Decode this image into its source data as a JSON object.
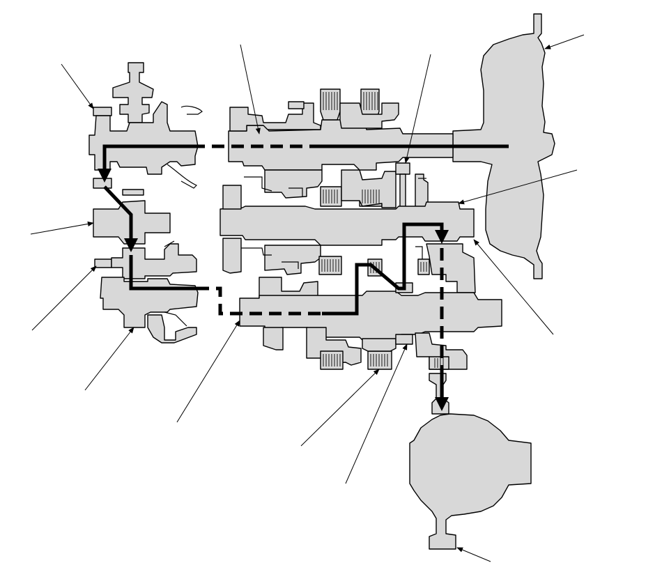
{
  "diagram": {
    "colors": {
      "background": "#ffffff",
      "part_fill": "#d8d8d8",
      "outline": "#000000",
      "power_flow": "#000000",
      "leader": "#000000"
    },
    "parts": [
      {
        "id": "torque-converter",
        "kind": "housing"
      },
      {
        "id": "mainshaft",
        "kind": "shaft"
      },
      {
        "id": "countershaft",
        "kind": "shaft"
      },
      {
        "id": "secondary-shaft",
        "kind": "shaft"
      },
      {
        "id": "idler-gear",
        "kind": "gear"
      },
      {
        "id": "differential",
        "kind": "housing"
      },
      {
        "id": "clutch-pack",
        "kind": "clutch"
      }
    ],
    "power_flow": {
      "style": "solid-and-dashed",
      "arrowheads": 3
    },
    "leaders": {
      "count": 13,
      "labels_printed": false
    }
  }
}
